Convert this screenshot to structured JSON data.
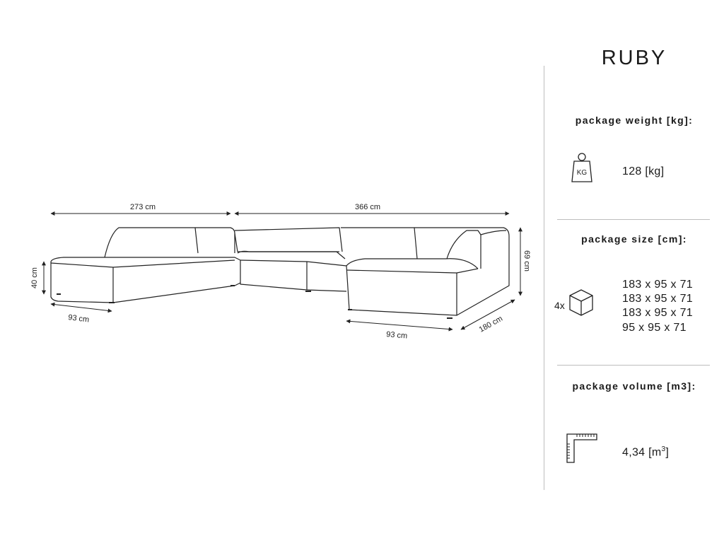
{
  "product": {
    "name": "RUBY"
  },
  "dimensions": {
    "left_width": "273 cm",
    "right_width": "366 cm",
    "seat_height": "40 cm",
    "total_height": "69 cm",
    "left_depth": "93 cm",
    "right_chaise_width": "93 cm",
    "right_depth": "180 cm"
  },
  "weight": {
    "title": "package weight [kg]:",
    "icon_label": "KG",
    "icon": "weight-icon",
    "value": "128 [kg]"
  },
  "size": {
    "title": "package size [cm]:",
    "icon": "box-icon",
    "quantity": "4x",
    "rows": [
      "183 x 95 x 71",
      "183 x 95 x 71",
      "183 x 95 x 71",
      "95 x 95 x 71"
    ]
  },
  "volume": {
    "title": "package volume [m3]:",
    "icon": "ruler-square-icon",
    "value": "4,34 [m",
    "unit_sup": "3",
    "value_end": "]"
  }
}
